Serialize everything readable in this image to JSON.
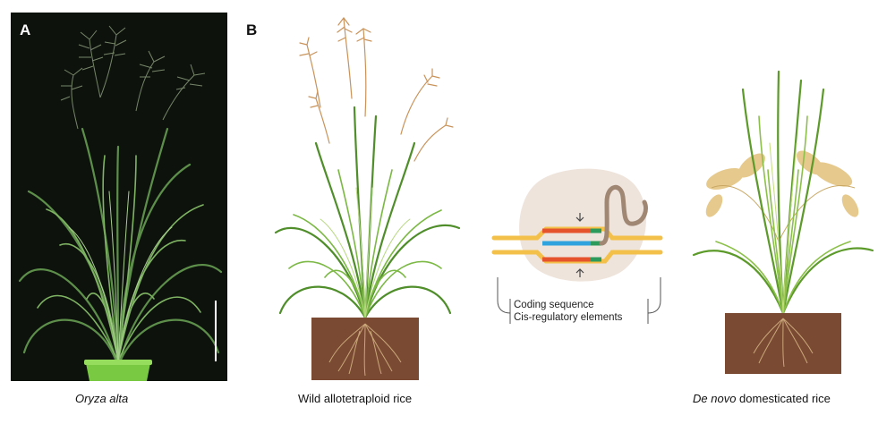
{
  "panel_a": {
    "label": "A",
    "caption": "Oryza alta"
  },
  "panel_b": {
    "label": "B",
    "wild_caption": "Wild allotetraploid rice",
    "domesticated_caption_italic": "De novo",
    "domesticated_caption_rest": " domesticated rice",
    "legend": {
      "line1": "Coding sequence",
      "line2": "Cis-regulatory elements"
    }
  },
  "colors": {
    "photo_background": "#0d120d",
    "leaf_green": "#5a9a2e",
    "soil": "#7a4a33",
    "pot": "#7ac943",
    "strand_yellow": "#f3c04a",
    "segment_orange": "#e5532d",
    "segment_blue": "#2ea3dd",
    "segment_green": "#2c9a5a",
    "blob": "#efe4dc",
    "guide_rna": "#a08774"
  }
}
